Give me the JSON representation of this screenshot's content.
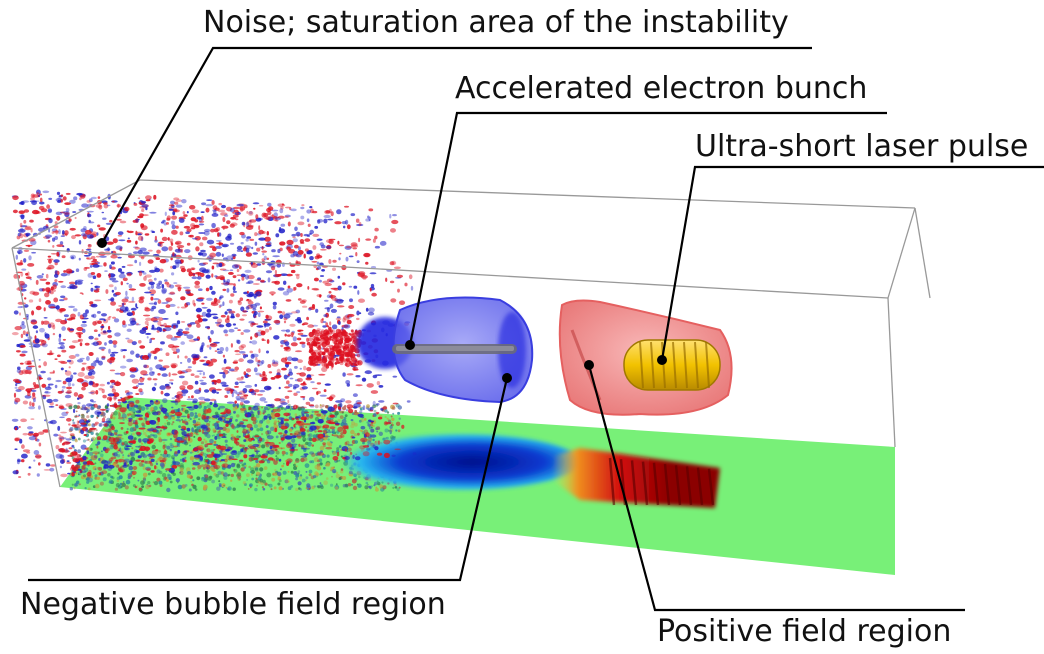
{
  "labels": {
    "noise": "Noise; saturation area of the instability",
    "electron_bunch": "Accelerated electron bunch",
    "laser_pulse": "Ultra-short laser pulse",
    "negative_field": "Negative bubble field region",
    "positive_field": "Positive field region"
  },
  "colors": {
    "noise_red": "#dd1020",
    "noise_blue": "#2020c8",
    "floor_green": "#78f078",
    "negative_bubble": "#6f72f0",
    "positive_region": "#f07a7a",
    "laser": "#f2c200",
    "field_dark_red": "#8b0000",
    "field_dark_blue": "#00108c"
  }
}
